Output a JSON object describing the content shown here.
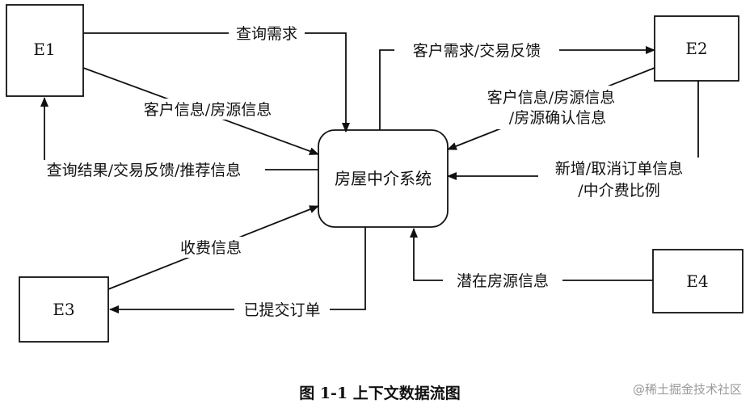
{
  "entities": {
    "e1": "E1",
    "e2": "E2",
    "e3": "E3",
    "e4": "E4"
  },
  "system": "房屋中介系统",
  "flows": {
    "e1_query_demand": "查询需求",
    "e1_customer_info": "客户信息/房源信息",
    "to_e1_results": "查询结果/交易反馈/推荐信息",
    "to_e2_demand_feedback": "客户需求/交易反馈",
    "e2_customer_info_1": "客户信息/房源信息",
    "e2_customer_info_2": "/房源确认信息",
    "e2_order_1": "新增/取消订单信息",
    "e2_order_2": "/中介费比例",
    "e3_fee": "收费信息",
    "to_e3_order": "已提交订单",
    "e4_potential": "潜在房源信息"
  },
  "caption": "图 1-1  上下文数据流图",
  "watermark": "@稀土掘金技术社区"
}
